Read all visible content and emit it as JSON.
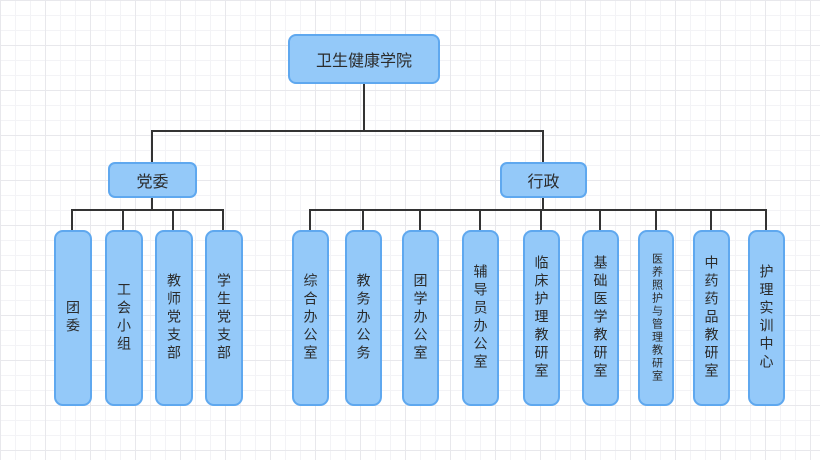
{
  "diagram": {
    "root": {
      "label": "卫生健康学院"
    },
    "branches": [
      {
        "label": "党委",
        "children": [
          {
            "label": "团委"
          },
          {
            "label": "工会小组"
          },
          {
            "label": "教师党支部"
          },
          {
            "label": "学生党支部"
          }
        ]
      },
      {
        "label": "行政",
        "children": [
          {
            "label": "综合办公室"
          },
          {
            "label": "教务办公务"
          },
          {
            "label": "团学办公室"
          },
          {
            "label": "辅导员办公室"
          },
          {
            "label": "临床护理教研室"
          },
          {
            "label": "基础医学教研室"
          },
          {
            "label": "医养照护与管理教研室"
          },
          {
            "label": "中药药品教研室"
          },
          {
            "label": "护理实训中心"
          }
        ]
      }
    ],
    "colors": {
      "node_fill": "#94C9F9",
      "node_border": "#5FA8EF",
      "connector": "#333333",
      "text": "#2B2B2B",
      "grid_minor": "#F3F3F6",
      "grid_major": "#E8E8EC"
    }
  }
}
